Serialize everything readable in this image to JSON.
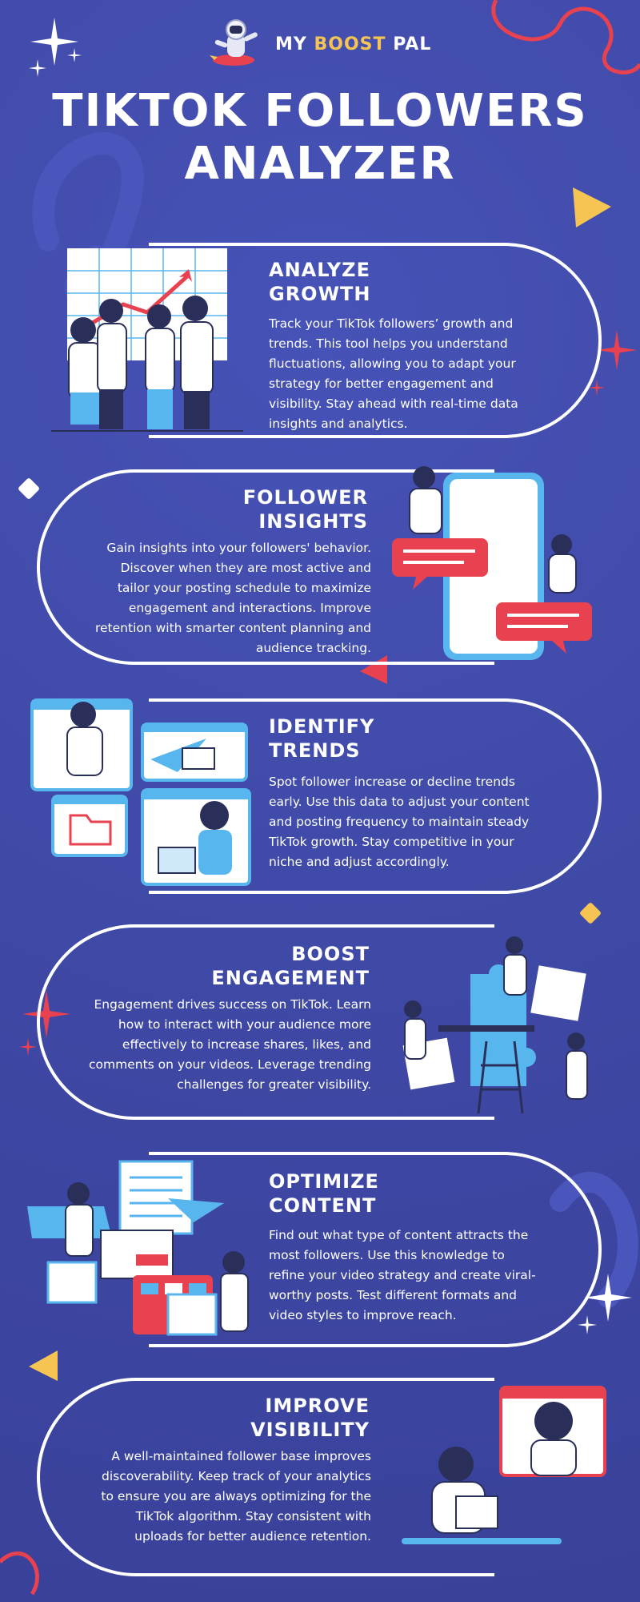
{
  "brand": {
    "name": "MY BOOST PAL",
    "prefix": "MY",
    "highlight": "BOOST",
    "suffix": "PAL"
  },
  "title": {
    "line1": "TIKTOK FOLLOWERS",
    "line2": "ANALYZER"
  },
  "colors": {
    "background": "#3f4aa7",
    "accent_red": "#e8414f",
    "accent_yellow": "#f6c452",
    "accent_blue": "#58b6ef",
    "white": "#ffffff"
  },
  "sections": [
    {
      "heading1": "ANALYZE",
      "heading2": "GROWTH",
      "text": "Track your TikTok followers’ growth and trends. This tool helps you understand fluctuations, allowing you to adapt your strategy for better engagement and visibility. Stay ahead with real-time data insights and analytics.",
      "icon": "growth-chart-team-illustration"
    },
    {
      "heading1": "FOLLOWER",
      "heading2": "INSIGHTS",
      "text": "Gain insights into your followers' behavior. Discover when they are most active and tailor your posting schedule to maximize engagement and interactions. Improve retention with smarter content planning and audience tracking.",
      "icon": "phone-chat-illustration"
    },
    {
      "heading1": "IDENTIFY",
      "heading2": "TRENDS",
      "text": "Spot follower increase or decline trends early. Use this data to adjust your content and posting frequency to maintain steady TikTok growth. Stay competitive in your niche and adjust accordingly.",
      "icon": "messaging-windows-illustration"
    },
    {
      "heading1": "BOOST",
      "heading2": "ENGAGEMENT",
      "text": "Engagement drives success on TikTok. Learn how to interact with your audience more effectively to increase shares, likes, and comments on your videos. Leverage trending challenges for greater visibility.",
      "icon": "puzzle-team-illustration"
    },
    {
      "heading1": "OPTIMIZE",
      "heading2": "CONTENT",
      "text": "Find out what type of content attracts the most followers. Use this knowledge to refine your video strategy and create viral-worthy posts. Test different formats and video styles to improve reach.",
      "icon": "content-dashboard-illustration"
    },
    {
      "heading1": "IMPROVE",
      "heading2": "VISIBILITY",
      "text": "A well-maintained follower base improves discoverability. Keep track of your analytics to ensure you are always optimizing for the TikTok algorithm. Stay consistent with uploads for better audience retention.",
      "icon": "video-call-illustration"
    }
  ]
}
